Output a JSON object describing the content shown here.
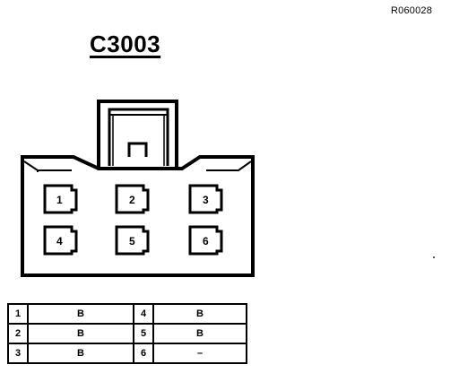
{
  "reference_code": "R060028",
  "connector_id": "C3003",
  "pins": [
    {
      "number": "1"
    },
    {
      "number": "2"
    },
    {
      "number": "3"
    },
    {
      "number": "4"
    },
    {
      "number": "5"
    },
    {
      "number": "6"
    }
  ],
  "pin_table": {
    "rows": [
      {
        "left_pin": "1",
        "left_color": "B",
        "right_pin": "4",
        "right_color": "B"
      },
      {
        "left_pin": "2",
        "left_color": "B",
        "right_pin": "5",
        "right_color": "B"
      },
      {
        "left_pin": "3",
        "left_color": "B",
        "right_pin": "6",
        "right_color": "–"
      }
    ]
  }
}
